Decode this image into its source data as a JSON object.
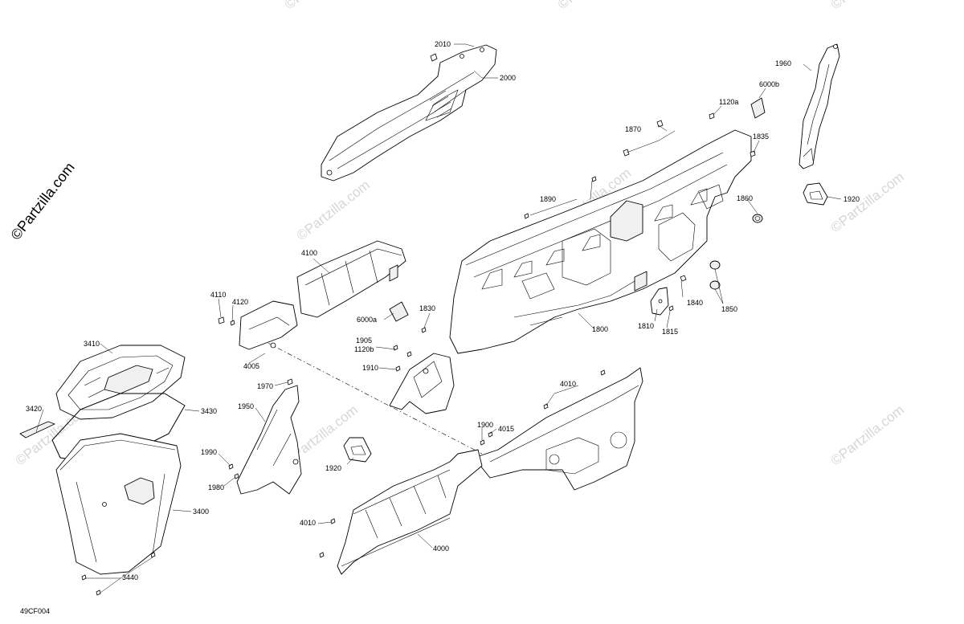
{
  "watermark": {
    "brand": "©Partzilla.com",
    "brand_small": "©Partzilla.com"
  },
  "diagram_code": "49CF004",
  "callouts": {
    "c2010": "2010",
    "c2000": "2000",
    "c1960": "1960",
    "c6000b": "6000b",
    "c1120a": "1120a",
    "c1870": "1870",
    "c1835": "1835",
    "c1890": "1890",
    "c1860": "1860",
    "c1920a": "1920",
    "c4100": "4100",
    "c4110": "4110",
    "c4120": "4120",
    "c6000a": "6000a",
    "c1830": "1830",
    "c1840": "1840",
    "c1850": "1850",
    "c1810": "1810",
    "c1815": "1815",
    "c1800": "1800",
    "c3410": "3410",
    "c1905": "1905",
    "c1120b": "1120b",
    "c1910": "1910",
    "c4005": "4005",
    "c4010a": "4010",
    "c1970": "1970",
    "c3420": "3420",
    "c3430": "3430",
    "c1950": "1950",
    "c1900": "1900",
    "c4015": "4015",
    "c1990": "1990",
    "c1980": "1980",
    "c1920b": "1920",
    "c3400": "3400",
    "c4010b": "4010",
    "c4000": "4000",
    "c3440": "3440"
  }
}
